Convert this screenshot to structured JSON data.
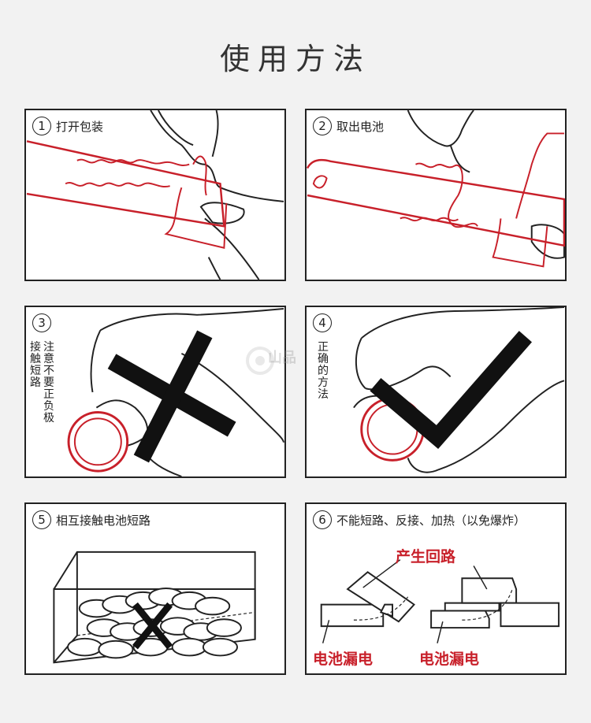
{
  "title": "使用方法",
  "colors": {
    "red": "#c8202a",
    "line": "#222222"
  },
  "panels": [
    {
      "num": "1",
      "label": "打开包装"
    },
    {
      "num": "2",
      "label": "取出电池"
    },
    {
      "num": "3",
      "label": "",
      "vertical_a": "注意不要正负极",
      "vertical_b": "接触短路"
    },
    {
      "num": "4",
      "label": "",
      "vertical_a": "正确的方法"
    },
    {
      "num": "5",
      "label": "相互接触电池短路"
    },
    {
      "num": "6",
      "label": "不能短路、反接、加热（以免爆炸）",
      "callout": "产生回路",
      "leak_left": "电池漏电",
      "leak_right": "电池漏电"
    }
  ],
  "watermark": "山品"
}
